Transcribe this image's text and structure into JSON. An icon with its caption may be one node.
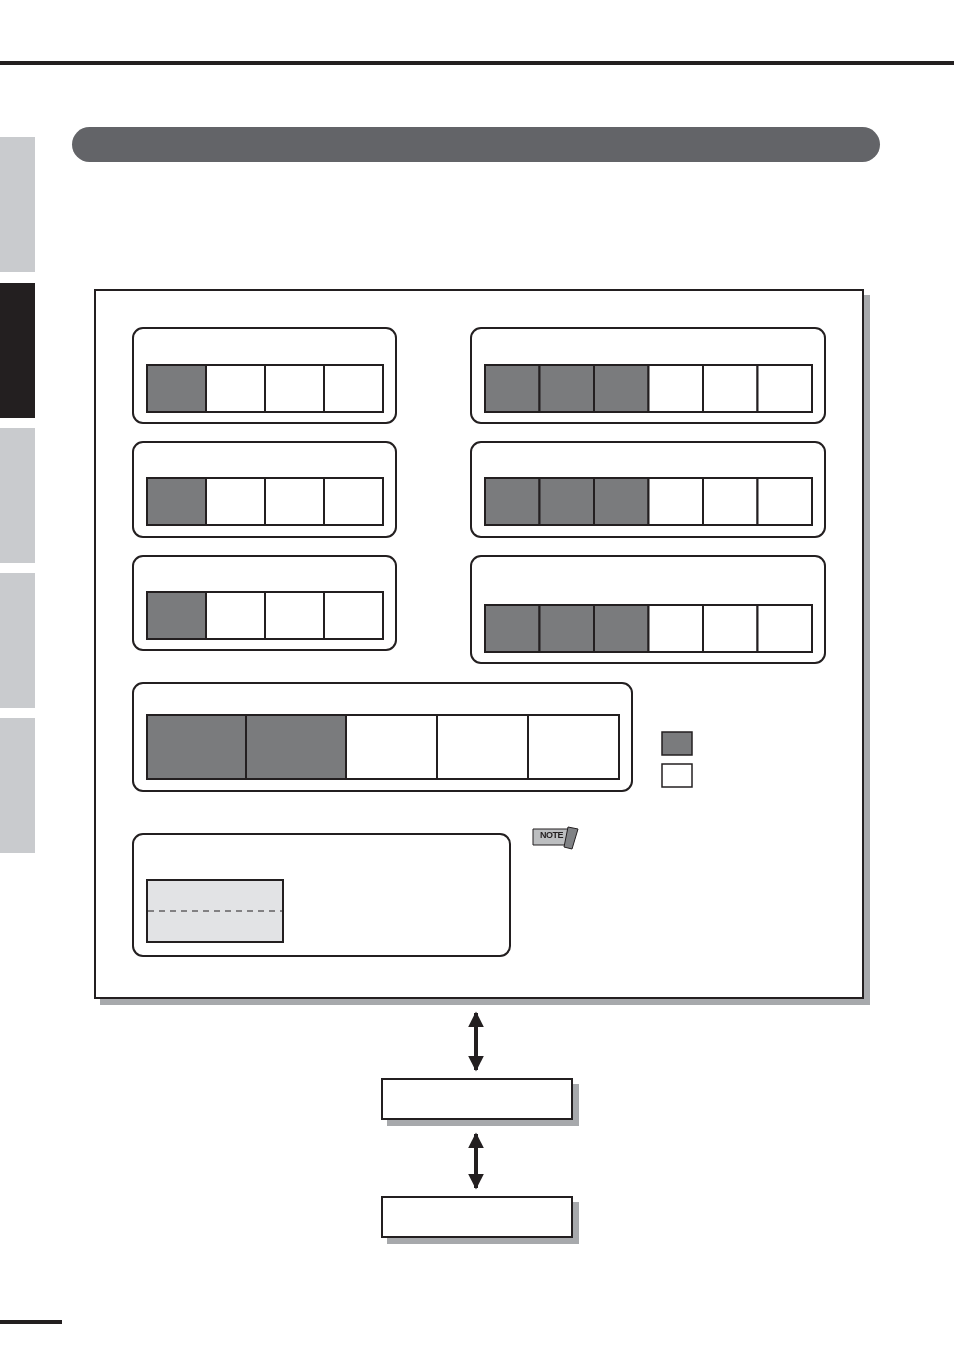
{
  "diagram": {
    "nodes": [
      {
        "text": [],
        "shape": "box"
      },
      {
        "text": [],
        "shape": "box"
      },
      {
        "text": [],
        "shape": "box"
      }
    ],
    "edges": [
      {
        "from": 0,
        "to": 1,
        "arrow": "both"
      },
      {
        "from": 1,
        "to": 2,
        "arrow": "both"
      }
    ],
    "labels": [
      "NOTE"
    ]
  }
}
